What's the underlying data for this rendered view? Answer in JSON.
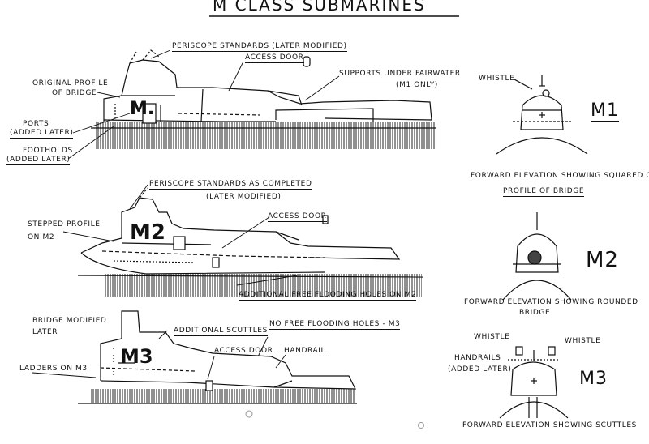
{
  "title": "M CLASS   SUBMARINES",
  "m1": {
    "periscope": "PERISCOPE STANDARDS (LATER MODIFIED)",
    "access_door": "ACCESS DOOR",
    "original_profile": "ORIGINAL PROFILE",
    "of_bridge": "OF BRIDGE",
    "supports": "SUPPORTS UNDER FAIRWATER",
    "m1_only": "(M1 ONLY)",
    "ports": "PORTS",
    "added_later": "(ADDED LATER)",
    "footholds": "FOOTHOLDS",
    "footholds_added": "(ADDED LATER)",
    "hull_mark": "M.",
    "elevation_whistle": "WHISTLE",
    "elevation_name": "M1",
    "elevation_caption_1": "FORWARD ELEVATION SHOWING SQUARED OFF",
    "elevation_caption_2": "PROFILE OF BRIDGE"
  },
  "m2": {
    "periscope": "PERISCOPE STANDARDS AS COMPLETED",
    "later_modified": "(LATER MODIFIED)",
    "stepped": "STEPPED PROFILE",
    "on_m2": "ON M2",
    "access_door": "ACCESS DOOR",
    "hull_mark": "M2",
    "additional": "ADDITIONAL FREE FLOODING HOLES ON M2",
    "elevation_name": "M2",
    "elevation_caption_1": "FORWARD ELEVATION SHOWING ROUNDED",
    "elevation_caption_2": "BRIDGE"
  },
  "m3": {
    "bridge_modified": "BRIDGE MODIFIED",
    "later": "LATER",
    "additional_scuttles": "ADDITIONAL SCUTTLES",
    "no_free": "NO FREE FLOODING HOLES - M3",
    "access_door": "ACCESS DOOR",
    "handrail": "HANDRAIL",
    "ladders": "LADDERS ON M3",
    "hull_mark": "M3",
    "whistle_left": "WHISTLE",
    "whistle_right": "WHISTLE",
    "handrails": "HANDRAILS",
    "handrails_added": "(ADDED LATER)",
    "elevation_name": "M3",
    "elevation_caption": "FORWARD ELEVATION SHOWING SCUTTLES"
  }
}
